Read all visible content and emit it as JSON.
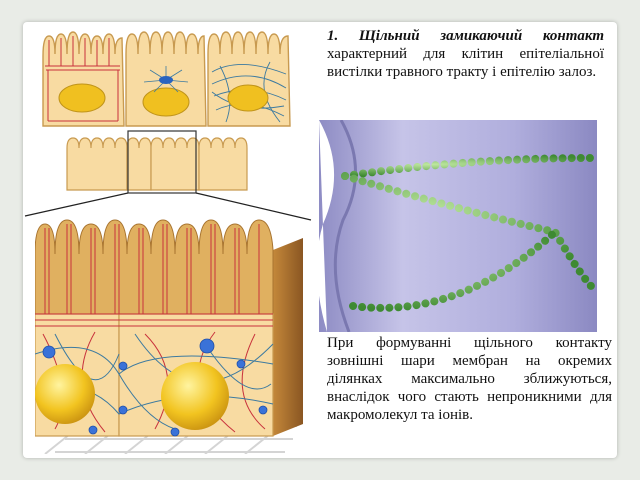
{
  "slide": {
    "top_text": {
      "lead": "1. Щільний замикаючий контакт",
      "rest": " характерний для клітин епітеліальної вистілки травного тракту і епітелію залоз."
    },
    "bottom_text": "При формуванні щільного контакту зовнішні шари мембран на окремих ділянках максимально зближуються, внаслідок чого стають непроникними для макромолекул та іонів."
  },
  "colors": {
    "cell_fill": "#f8dba2",
    "cell_border": "#c89a50",
    "nucleus": "#f0c020",
    "membrane": "#b9b6dc",
    "junction_beads": "#5eaa46",
    "filaments_red": "#c8323c",
    "filaments_blue": "#3c7aa0"
  }
}
